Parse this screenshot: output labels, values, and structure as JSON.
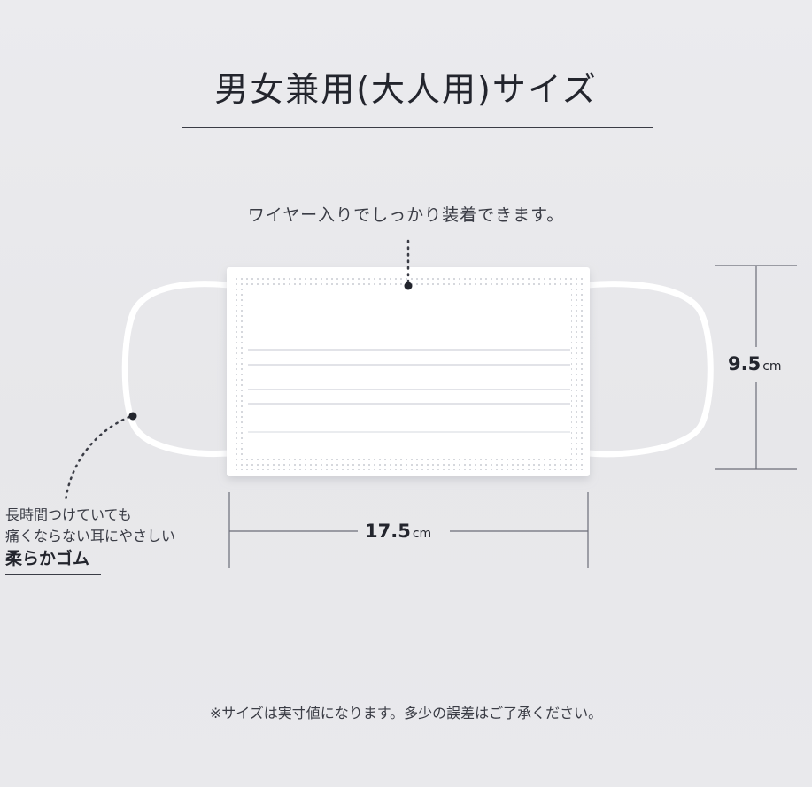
{
  "title": "男女兼用(大人用)サイズ",
  "wire_note": "ワイヤー入りでしっかり装着できます。",
  "ear_loop_note": {
    "line1": "長時間つけていても",
    "line2": "痛くならない耳にやさしい",
    "line3": "柔らかゴム"
  },
  "dimensions": {
    "width_value": "17.5",
    "width_unit": "cm",
    "height_value": "9.5",
    "height_unit": "cm"
  },
  "footer_note": "※サイズは実寸値になります。多少の誤差はご了承ください。",
  "colors": {
    "background": "#e9e9ec",
    "text": "#2b2d35",
    "mask": "#ffffff",
    "guide_line": "#6b6d78"
  }
}
